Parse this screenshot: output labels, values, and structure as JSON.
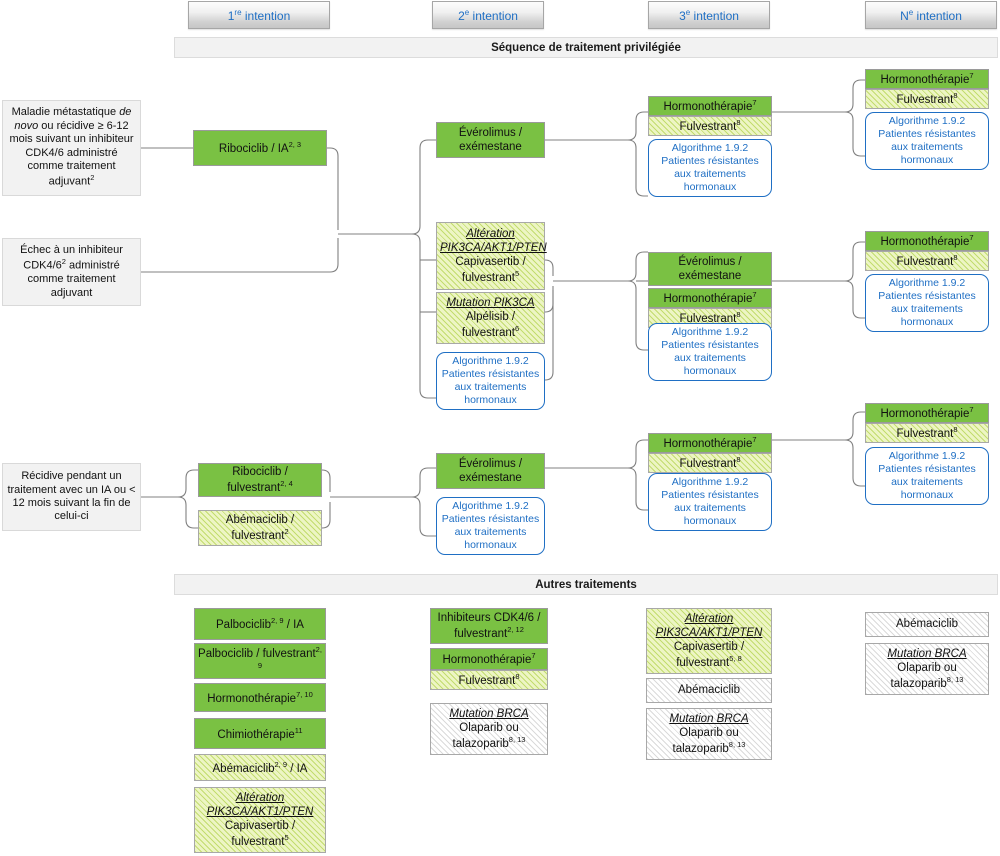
{
  "title": "Algorithme de traitement - cancer du sein metastatique HR+/HER2-",
  "colors": {
    "green": "#7ac143",
    "green_hatch": "#edf5c4",
    "gray_hatch": "#ffffff",
    "link_blue": "#1f6fc4",
    "entry_gray": "#f2f2f2"
  },
  "header": {
    "tabs": [
      {
        "label": "1re intention",
        "sup": "re",
        "base": "1"
      },
      {
        "label": "2e intention",
        "sup": "e",
        "base": "2"
      },
      {
        "label": "3e intention",
        "sup": "e",
        "base": "3"
      },
      {
        "label": "Ne intention",
        "sup": "e",
        "base": "N"
      }
    ]
  },
  "sections": {
    "preferred": "Séquence de traitement privilégiée",
    "other": "Autres traitements"
  },
  "link_box_text": "Algorithme 1.9.2\nPatientes résistantes\naux traitements\nhormonaux",
  "entries": [
    {
      "name": "entry-metastatic-de-novo",
      "text": "Maladie métastatique de novo ou récidive ≥ 6-12 mois suivant un inhibiteur CDK4/6 administré comme traitement adjuvant2"
    },
    {
      "name": "entry-cdk46-failure",
      "text": "Échec à un inhibiteur CDK4/62 administré comme traitement adjuvant"
    },
    {
      "name": "entry-relapse-ai",
      "text": "Récidive pendant un traitement avec un IA ou < 12 mois suivant la fin de celui-ci"
    }
  ],
  "nodes": {
    "ribociclib_ia": "Ribociclib / IA2, 3",
    "everolimus_exemestane": "Évérolimus / exémestane",
    "hormonotherapie": "Hormonothérapie7",
    "fulvestrant": "Fulvestrant8",
    "alteration_pik3ca_capivasertib": "Altération PIK3CA/AKT1/PTEN Capivasertib / fulvestrant5",
    "mutation_pik3ca_alpelisib": "Mutation PIK3CA Alpélisib / fulvestrant6",
    "ribociclib_fulvestrant": "Ribociclib / fulvestrant2, 4",
    "abemaciclib_fulvestrant": "Abémaciclib / fulvestrant2"
  },
  "other_treatments": {
    "col1": [
      {
        "style": "green",
        "text": "Palbociclib2, 9 / IA"
      },
      {
        "style": "green",
        "text": "Palbociclib / fulvestrant2, 9"
      },
      {
        "style": "green",
        "text": "Hormonothérapie7, 10"
      },
      {
        "style": "green",
        "text": "Chimiothérapie11"
      },
      {
        "style": "greenhatch",
        "text": "Abémaciclib2, 9 / IA"
      },
      {
        "style": "greenhatch",
        "text": "Altération PIK3CA/AKT1/PTEN Capivasertib / fulvestrant5"
      }
    ],
    "col2": [
      {
        "style": "green",
        "text": "Inhibiteurs CDK4/6 / fulvestrant2, 12"
      },
      {
        "style": "green",
        "text": "Hormonothérapie7"
      },
      {
        "style": "greenhatch",
        "text": "Fulvestrant8"
      },
      {
        "style": "grayhatch",
        "text": "Mutation BRCA Olaparib ou talazoparib8, 13"
      }
    ],
    "col3": [
      {
        "style": "greenhatch",
        "text": "Altération PIK3CA/AKT1/PTEN Capivasertib / fulvestrant5, 8"
      },
      {
        "style": "grayhatch",
        "text": "Abémaciclib"
      },
      {
        "style": "grayhatch",
        "text": "Mutation BRCA Olaparib ou talazoparib8, 13"
      }
    ],
    "col4": [
      {
        "style": "grayhatch",
        "text": "Abémaciclib"
      },
      {
        "style": "grayhatch",
        "text": "Mutation BRCA Olaparib ou talazoparib8, 13"
      }
    ]
  }
}
